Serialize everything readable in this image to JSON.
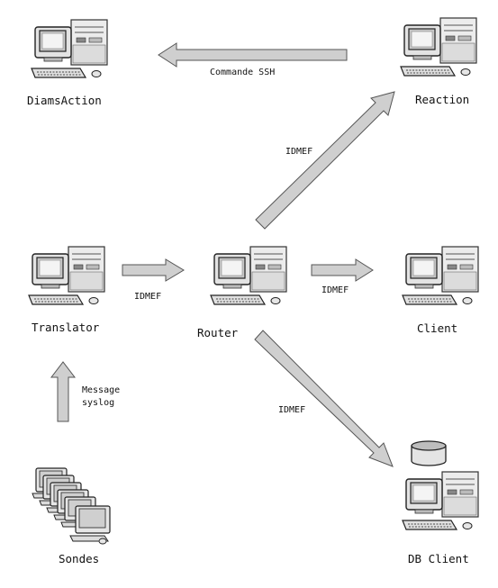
{
  "nodes": {
    "diamsaction": "DiamsAction",
    "reaction": "Reaction",
    "translator": "Translator",
    "router": "Router",
    "client": "Client",
    "sondes": "Sondes",
    "db_client": "DB Client"
  },
  "edges": {
    "reaction_to_diamsaction": "Commande SSH",
    "router_to_reaction": "IDMEF",
    "translator_to_router": "IDMEF",
    "router_to_client": "IDMEF",
    "router_to_db_client": "IDMEF",
    "sondes_to_translator_line1": "Message",
    "sondes_to_translator_line2": "syslog"
  },
  "colors": {
    "arrow_fill": "#cfcfcf",
    "arrow_stroke": "#555555",
    "monitor_body": "#e9e9e9",
    "monitor_stroke": "#333333"
  },
  "icons": {
    "computer": "desktop-computer-icon",
    "probes": "computer-stack-icon",
    "database": "database-cylinder-icon"
  }
}
